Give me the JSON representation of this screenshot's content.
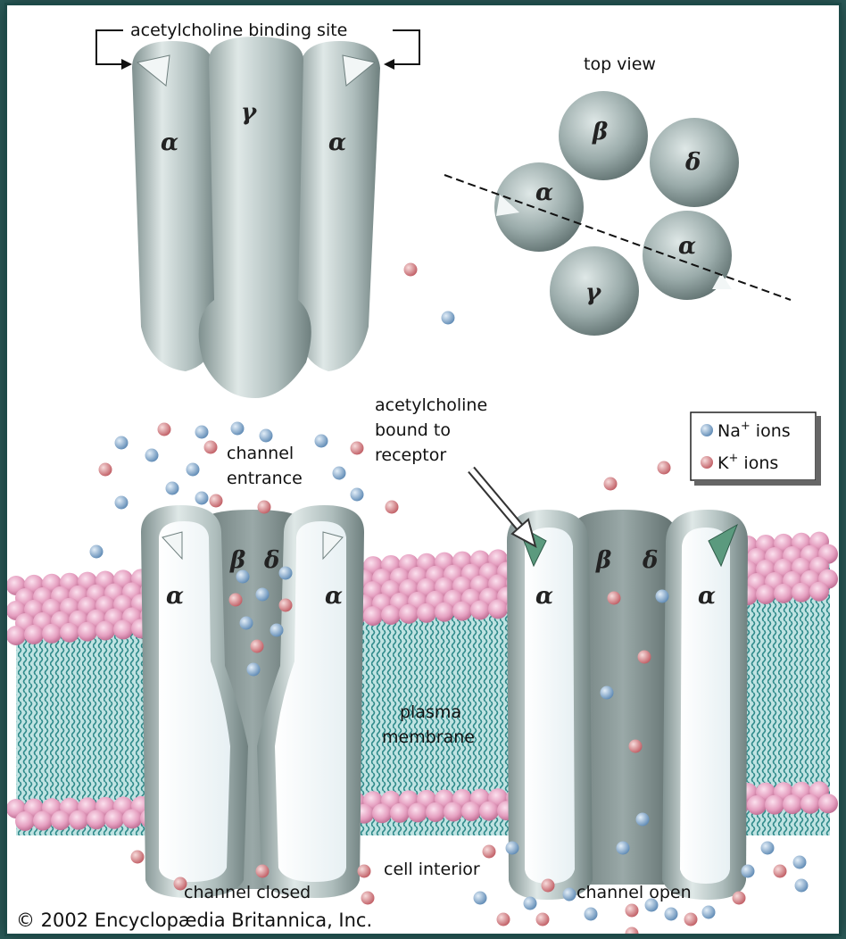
{
  "labels": {
    "binding_site": "acetylcholine binding site",
    "top_view": "top view",
    "bound_line1": "acetylcholine",
    "bound_line2": "bound to",
    "bound_line3": "receptor",
    "entrance_line1": "channel",
    "entrance_line2": "entrance",
    "membrane_line1": "plasma",
    "membrane_line2": "membrane",
    "cell_interior": "cell interior",
    "channel_closed": "channel closed",
    "channel_open": "channel open",
    "copyright": "© 2002 Encyclopædia Britannica, Inc."
  },
  "legend": {
    "na": "Na",
    "k": "K",
    "plus": "+",
    "ions": " ions"
  },
  "subunits": {
    "alpha": "α",
    "beta": "β",
    "gamma": "γ",
    "delta": "δ"
  },
  "colors": {
    "protein": "#b9c7c6",
    "protein_dark": "#7d8e8d",
    "membrane_head": "#e8a6c4",
    "membrane_tail": "#4aa6a6",
    "na_ion": "#7fa9cf",
    "k_ion": "#d98086",
    "acetylcholine": "#5b9a7e",
    "background": "#2a5a58"
  }
}
